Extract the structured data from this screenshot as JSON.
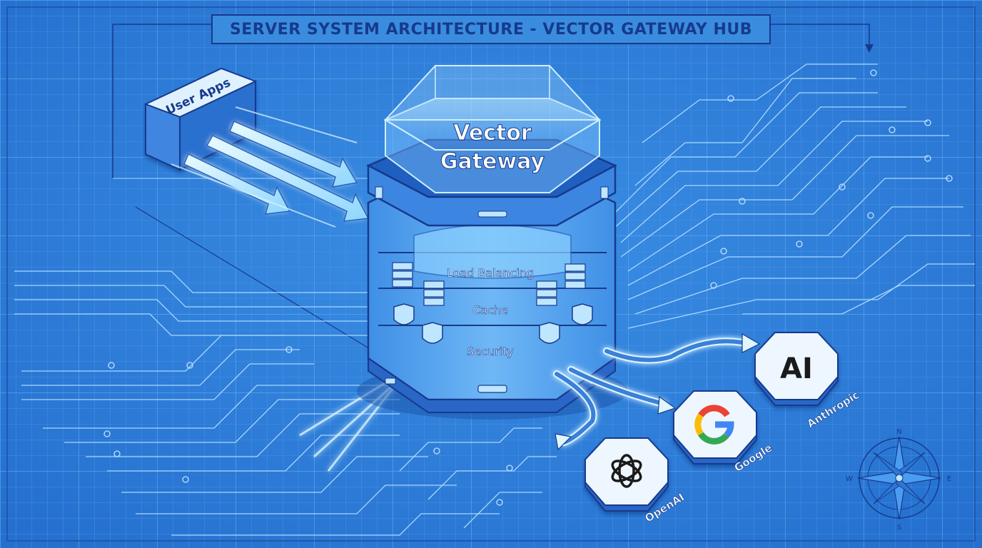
{
  "title": "SERVER SYSTEM ARCHITECTURE - VECTOR GATEWAY HUB",
  "source": {
    "label": "User Apps"
  },
  "gateway": {
    "name_line1": "Vector",
    "name_line2": "Gateway",
    "layers": [
      "Load Balancing",
      "Cache",
      "Security"
    ]
  },
  "providers": [
    {
      "name": "Anthropic",
      "mark": "AI",
      "icon": "anthropic-logo-icon"
    },
    {
      "name": "Google",
      "mark": "G",
      "icon": "google-logo-icon"
    },
    {
      "name": "OpenAI",
      "mark": "",
      "icon": "openai-logo-icon"
    }
  ],
  "compass": {
    "n": "N",
    "s": "S",
    "e": "E",
    "w": "W"
  },
  "colors": {
    "background": "#2f7fd8",
    "grid": "#5aa2e8",
    "ink": "#173a8c",
    "glow": "#b8ecff",
    "google_blue": "#4285F4",
    "google_red": "#EA4335",
    "google_yellow": "#FBBC05",
    "google_green": "#34A853"
  }
}
